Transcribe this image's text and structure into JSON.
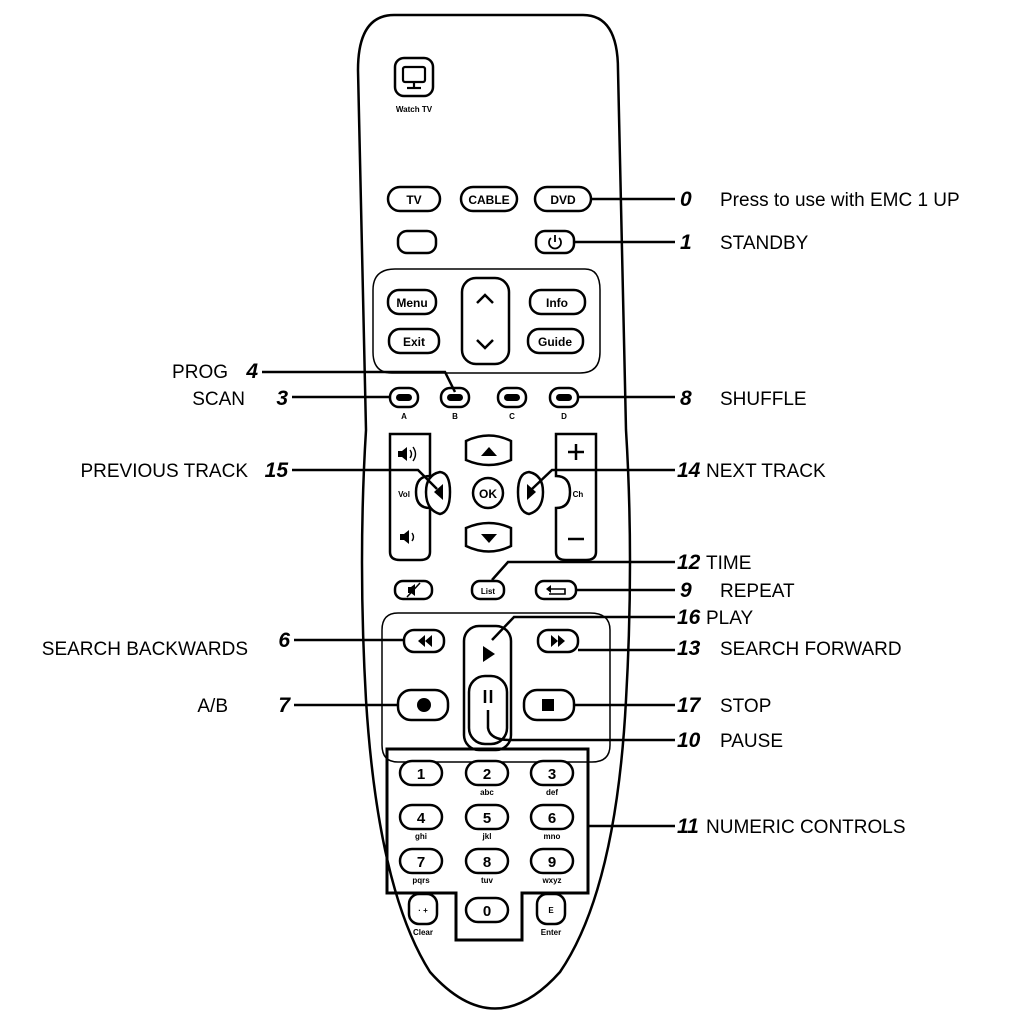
{
  "remote": {
    "watch_tv": "Watch TV",
    "mode_buttons": [
      "TV",
      "CABLE",
      "DVD"
    ],
    "nav": {
      "menu": "Menu",
      "exit": "Exit",
      "info": "Info",
      "guide": "Guide"
    },
    "color_keys": [
      "A",
      "B",
      "C",
      "D"
    ],
    "vol": "Vol",
    "ch": "Ch",
    "ok": "OK",
    "list": "List",
    "numeric": [
      {
        "digit": "1",
        "letters": ""
      },
      {
        "digit": "2",
        "letters": "abc"
      },
      {
        "digit": "3",
        "letters": "def"
      },
      {
        "digit": "4",
        "letters": "ghi"
      },
      {
        "digit": "5",
        "letters": "jkl"
      },
      {
        "digit": "6",
        "letters": "mno"
      },
      {
        "digit": "7",
        "letters": "pqrs"
      },
      {
        "digit": "8",
        "letters": "tuv"
      },
      {
        "digit": "9",
        "letters": "wxyz"
      },
      {
        "digit": "0",
        "letters": ""
      }
    ],
    "clear_symbol": "· +",
    "clear": "Clear",
    "enter_symbol": "E",
    "enter": "Enter"
  },
  "callouts": {
    "c0": {
      "num": "0",
      "text": "Press to use with EMC 1 UP"
    },
    "c1": {
      "num": "1",
      "text": "STANDBY"
    },
    "c3": {
      "num": "3",
      "text": "SCAN"
    },
    "c4": {
      "num": "4",
      "text": "PROG"
    },
    "c6": {
      "num": "6",
      "text": "SEARCH BACKWARDS"
    },
    "c7": {
      "num": "7",
      "text": "A/B"
    },
    "c8": {
      "num": "8",
      "text": "SHUFFLE"
    },
    "c9": {
      "num": "9",
      "text": "REPEAT"
    },
    "c10": {
      "num": "10",
      "text": "PAUSE"
    },
    "c11": {
      "num": "11",
      "text": "NUMERIC CONTROLS"
    },
    "c12": {
      "num": "12",
      "text": "TIME"
    },
    "c13": {
      "num": "13",
      "text": "SEARCH FORWARD"
    },
    "c14": {
      "num": "14",
      "text": "NEXT TRACK"
    },
    "c15": {
      "num": "15",
      "text": "PREVIOUS TRACK"
    },
    "c16": {
      "num": "16",
      "text": "PLAY"
    },
    "c17": {
      "num": "17",
      "text": "STOP"
    }
  },
  "icons": [
    "monitor-icon",
    "power-icon",
    "chevron-up-icon",
    "chevron-down-icon",
    "volume-up-icon",
    "volume-down-icon",
    "triangle-up-icon",
    "triangle-down-icon",
    "triangle-left-icon",
    "triangle-right-icon",
    "mute-icon",
    "back-arrow-icon",
    "rewind-icon",
    "fast-forward-icon",
    "play-icon",
    "pause-icon",
    "stop-icon",
    "record-icon"
  ]
}
